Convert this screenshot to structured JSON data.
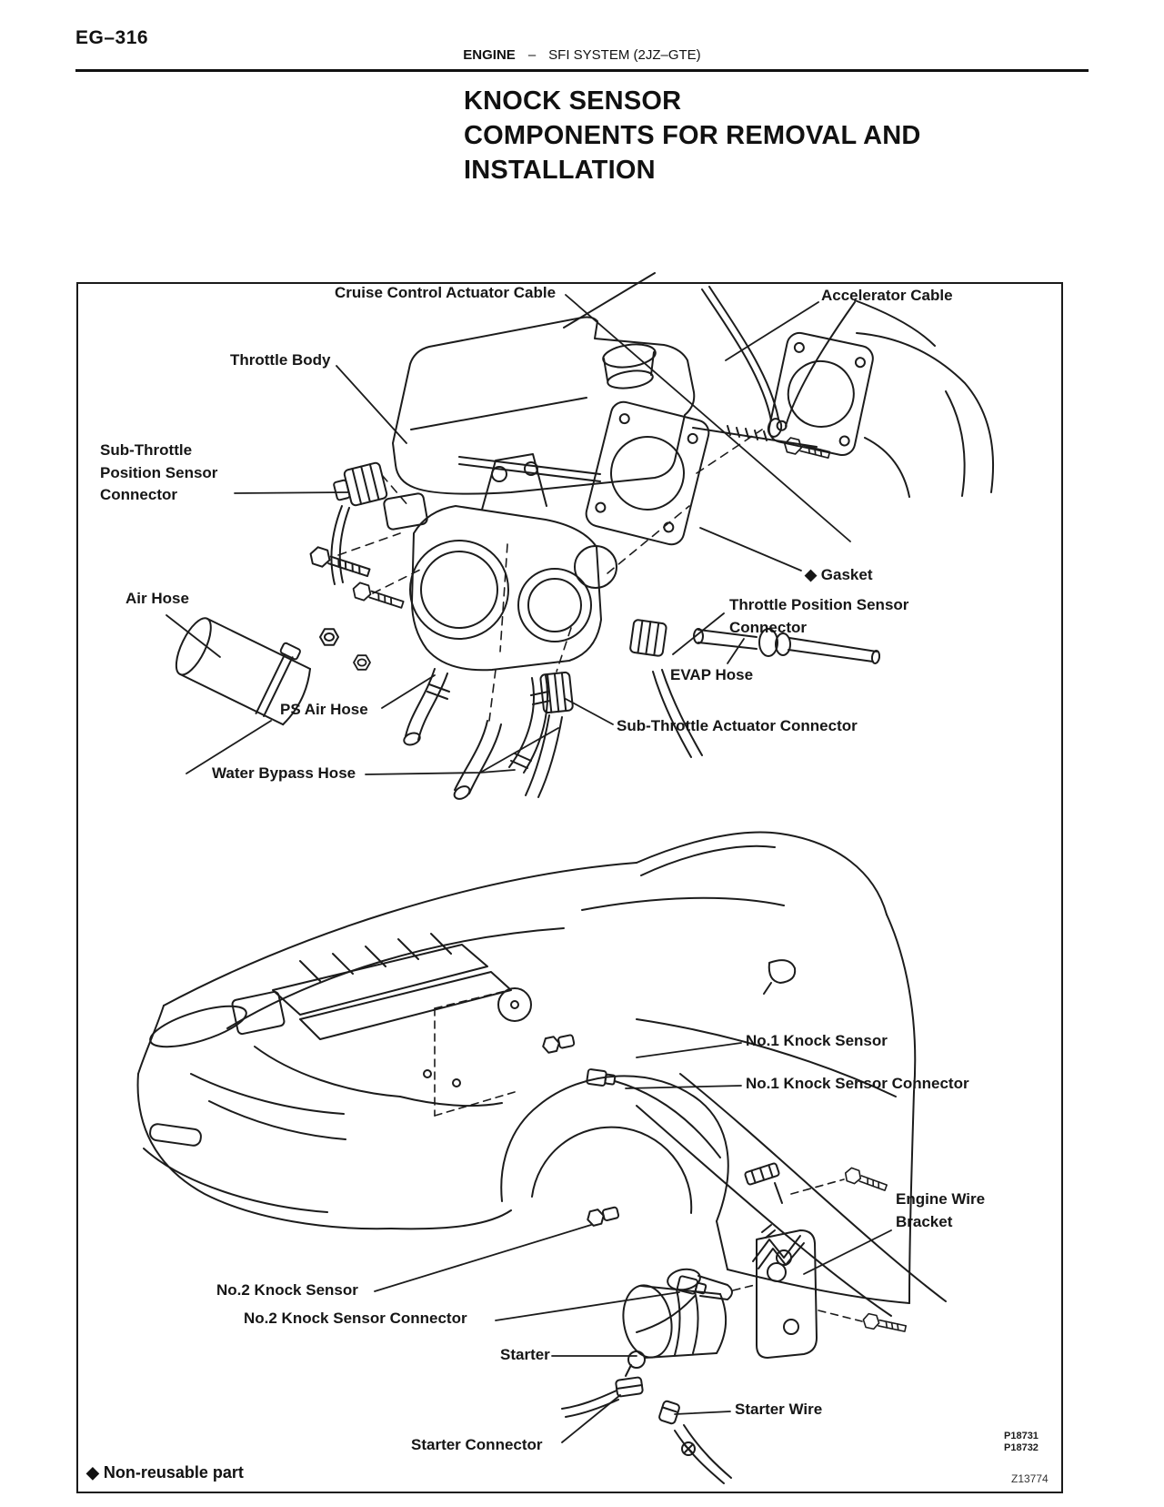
{
  "page": {
    "page_code": "EG–316",
    "header": {
      "section": "ENGINE",
      "separator": "–",
      "subsection": "SFI SYSTEM (2JZ–GTE)"
    },
    "title_lines": [
      "KNOCK SENSOR",
      "COMPONENTS FOR REMOVAL AND",
      "INSTALLATION"
    ]
  },
  "figure": {
    "labels": {
      "cruise_control_actuator_cable": "Cruise Control Actuator Cable",
      "accelerator_cable": "Accelerator Cable",
      "throttle_body": "Throttle Body",
      "sub_throttle_position_sensor_connector": "Sub-Throttle\nPosition Sensor\nConnector",
      "air_hose": "Air Hose",
      "gasket": "◆ Gasket",
      "throttle_position_sensor_connector": "Throttle Position Sensor\nConnector",
      "evap_hose": "EVAP Hose",
      "sub_throttle_actuator_connector": "Sub-Throttle Actuator Connector",
      "ps_air_hose": "PS Air Hose",
      "water_bypass_hose": "Water Bypass Hose",
      "no1_knock_sensor": "No.1 Knock Sensor",
      "no1_knock_sensor_connector": "No.1 Knock Sensor Connector",
      "engine_wire_bracket": "Engine Wire\nBracket",
      "no2_knock_sensor": "No.2 Knock Sensor",
      "no2_knock_sensor_connector": "No.2 Knock Sensor Connector",
      "starter": "Starter",
      "starter_wire": "Starter Wire",
      "starter_connector": "Starter Connector"
    },
    "footnote": "◆ Non-reusable part",
    "photo_codes": "P18731\nP18732",
    "figure_code": "Z13774"
  }
}
